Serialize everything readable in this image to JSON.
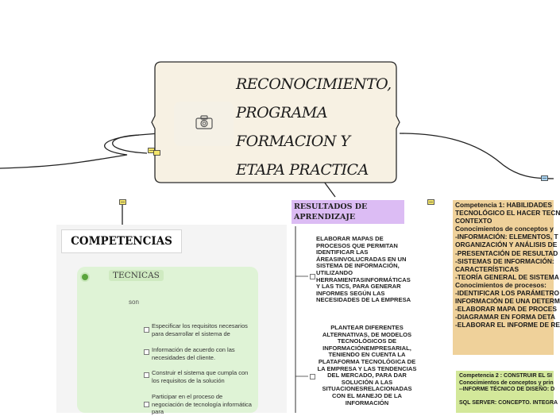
{
  "central": {
    "title": "RECONOCIMIENTO,\nPROGRAMA\nFORMACION Y\nETAPA PRACTICA",
    "image_icon": "camera-icon"
  },
  "competencias": {
    "title": "COMPETENCIAS",
    "tecnicas": "TECNICAS",
    "connector": "son",
    "items": [
      "Especificar los requisitos necesarios para desarrollar el sistema de",
      "Información de acuerdo con las necesidades del cliente.",
      "Construir el sistema que cumpla con los requisitos de la solución",
      "Participar en el proceso de negociación de tecnología informática para"
    ]
  },
  "resultados": {
    "title": "RESULTADOS DE APRENDIZAJE",
    "items": [
      "ELABORAR MAPAS DE PROCESOS QUE PERMITAN IDENTIFICAR LAS ÁREASINVOLUCRADAS EN UN SISTEMA DE INFORMACIÓN, UTILIZANDO HERRAMIENTASINFORMÁTICAS Y LAS TICS, PARA GENERAR INFORMES SEGÚN LAS NECESIDADES DE LA EMPRESA",
      "PLANTEAR DIFERENTES ALTERNATIVAS, DE MODELOS TECNOLÓGICOS DE INFORMACIÓNEMPRESARIAL, TENIENDO EN CUENTA LA PLATAFORMA TECNOLÓGICA DE LA EMPRESA Y LAS TENDENCIAS DEL MERCADO, PARA DAR SOLUCIÓN A LAS SITUACIONESRELACIONADAS CON EL MANEJO DE LA INFORMACIÓN"
    ]
  },
  "competencia1": {
    "lines": [
      "Competencia 1: HABILIDADES",
      "TECNOLÓGICO EL HACER TECN",
      "CONTEXTO",
      "Conocimientos de conceptos y",
      "-INFORMACIÓN: ELEMENTOS, T",
      "ORGANIZACIÓN Y ANÁLISIS DE",
      "-PRESENTACIÓN DE RESULTAD",
      "-SISTEMAS DE INFORMACIÓN:",
      "CARACTERÍSTICAS",
      "-TEORÍA GENERAL DE SISTEMA",
      "Conocimientos de procesos:",
      "-IDENTIFICAR LOS PARÁMETRO",
      "INFORMACIÓN DE UNA DETERM",
      "-ELABORAR MAPA DE PROCES",
      "-DIAGRAMAR EN FORMA DETA",
      "-ELABORAR EL INFORME DE RE"
    ]
  },
  "competencia2": {
    "lines": [
      "Competencia 2 : CONSTRUIR EL SI",
      "Conocimientos de conceptos y prin",
      "--INFORME TÉCNICO DE DISEÑO: D",
      "",
      "SQL SERVER: CONCEPTO. INTEGRA"
    ]
  },
  "colors": {
    "central_fill": "#f7f1e3",
    "resultados_header": "#dcbcf4",
    "tecnicas_green": "#5aa43c",
    "competencia1_fill": "#efd19a",
    "competencia2_fill": "#d3e89a"
  }
}
